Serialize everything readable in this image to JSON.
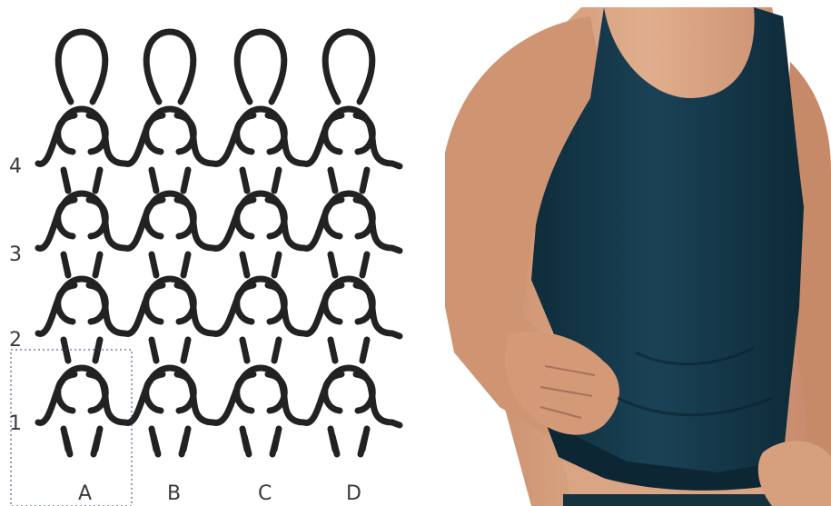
{
  "diagram": {
    "row_labels": [
      "4",
      "3",
      "2",
      "1"
    ],
    "column_labels": [
      "A",
      "B",
      "C",
      "D"
    ]
  },
  "colors": {
    "yarn": "#222222",
    "unit_cell_border": "#2f3e8f",
    "shirt": "#163848",
    "skin": "#d6a07f"
  },
  "photo": {
    "subject": "man-wearing-dark-tank-top"
  }
}
